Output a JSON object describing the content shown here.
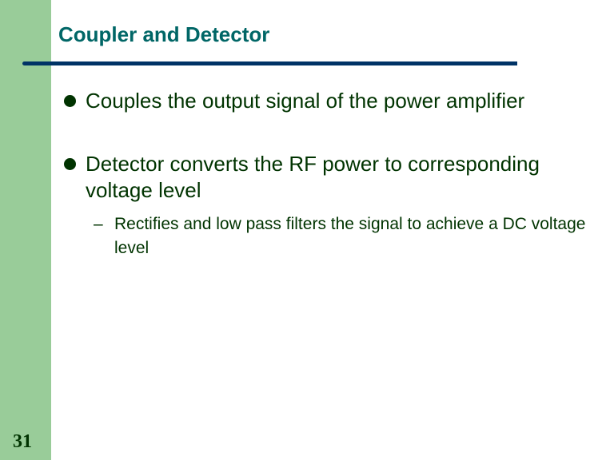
{
  "slide": {
    "title": "Coupler and Detector",
    "bullets": [
      {
        "text": "Couples the output signal of the power amplifier"
      },
      {
        "text": "Detector converts the RF power to corresponding voltage level"
      }
    ],
    "sub_bullets": [
      {
        "marker": "–",
        "text": "Rectifies and low pass filters the signal to achieve a DC voltage level"
      }
    ],
    "page_number": "31"
  },
  "colors": {
    "sidebar": "#99CC99",
    "title": "#006666",
    "rule": "#003366",
    "text": "#003300"
  }
}
